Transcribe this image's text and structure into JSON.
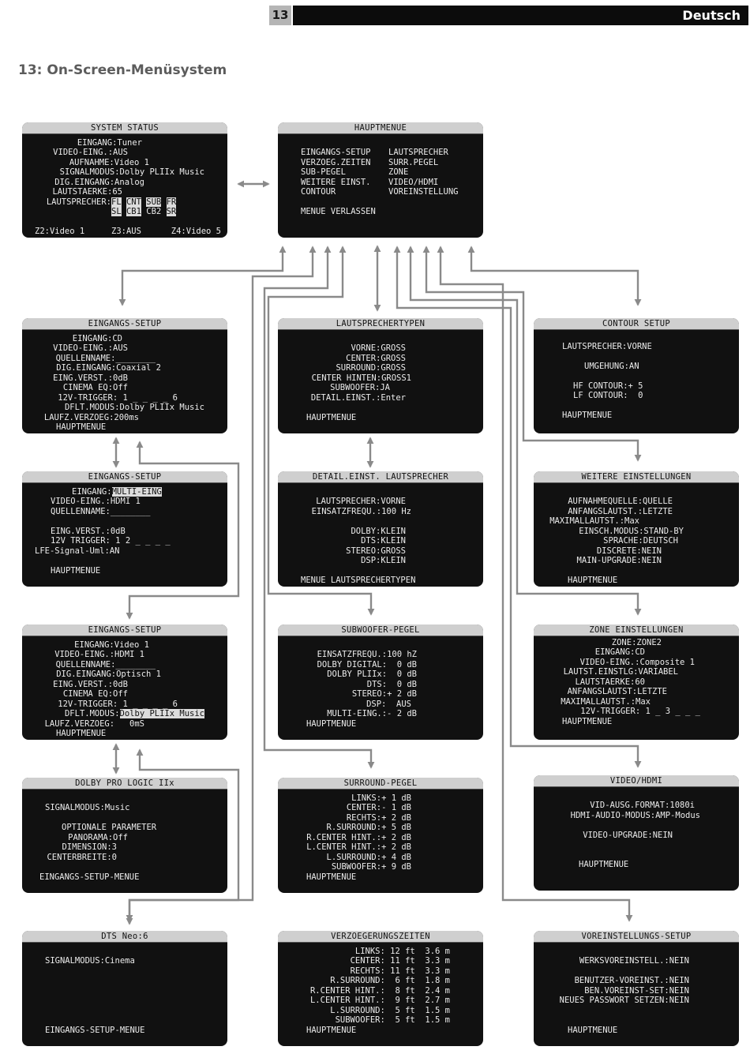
{
  "header": {
    "page_number": "13",
    "language": "Deutsch"
  },
  "title": "13: On-Screen-Menüsystem",
  "screens": {
    "system_status": {
      "title": "SYSTEM STATUS",
      "lines": [
        "EINGANG:Tuner",
        "VIDEO-EING.:AUS",
        "AUFNAHME:Video 1",
        "SIGNALMODUS:Dolby PLIIx Music",
        "DIG.EINGANG:Analog",
        "LAUTSTAERKE:65",
        "LAUTSPRECHER:"
      ],
      "speakers_row1": [
        "FL",
        "CNT",
        "SUB",
        "FR"
      ],
      "speakers_row2": [
        "SL",
        "CB1",
        "CB2",
        "SR"
      ],
      "zones": [
        "Z2:Video 1",
        "Z3:AUS",
        "Z4:Video 5"
      ]
    },
    "hauptmenue": {
      "title": "HAUPTMENUE",
      "left": [
        "EINGANGS-SETUP",
        "VERZOEG.ZEITEN",
        "SUB-PEGEL",
        "WEITERE EINST.",
        "CONTOUR"
      ],
      "right": [
        "LAUTSPRECHER",
        "SURR.PEGEL",
        "ZONE",
        "VIDEO/HDMI",
        "VOREINSTELLUNG"
      ],
      "exit": "MENUE VERLASSEN"
    },
    "eingangs_setup_1": {
      "title": "EINGANGS-SETUP",
      "lines": [
        "EINGANG:CD",
        "VIDEO-EING.:AUS",
        "QUELLENNAME:________",
        "DIG.EINGANG:Coaxial 2",
        "EING.VERST.:0dB",
        "CINEMA EQ:Off",
        "12V-TRIGGER: 1 _ _ _ _ 6",
        "DFLT.MODUS:Dolby PLIIx Music",
        "LAUFZ.VERZOEG:200ms",
        "HAUPTMENUE"
      ]
    },
    "lautsprechertypen": {
      "title": "LAUTSPRECHERTYPEN",
      "lines": [
        "VORNE:GROSS",
        "CENTER:GROSS",
        "SURROUND:GROSS",
        "CENTER HINTEN:GROSS1",
        "SUBWOOFER:JA",
        "DETAIL.EINST.:Enter",
        "HAUPTMENUE"
      ]
    },
    "contour_setup": {
      "title": "CONTOUR SETUP",
      "lines": [
        "LAUTSPRECHER:VORNE",
        "UMGEHUNG:AN",
        "HF CONTOUR:+ 5",
        "LF CONTOUR:  0",
        "HAUPTMENUE"
      ]
    },
    "eingangs_setup_2": {
      "title": "EINGANGS-SETUP",
      "eingang_label": "EINGANG:",
      "eingang_value": "MULTI-EING",
      "lines": [
        "VIDEO-EING.:HDMI 1",
        "QUELLENNAME:________",
        "EING.VERST.:0dB",
        "12V TRIGGER: 1 2 _ _ _ _",
        "LFE-Signal-Uml:AN",
        "HAUPTMENUE"
      ]
    },
    "detail_einst": {
      "title": "DETAIL.EINST. LAUTSPRECHER",
      "lines": [
        "LAUTSPRECHER:VORNE",
        "EINSATZFREQU.:100 Hz",
        "DOLBY:KLEIN",
        "DTS:KLEIN",
        "STEREO:GROSS",
        "DSP:KLEIN",
        "MENUE LAUTSPRECHERTYPEN"
      ]
    },
    "weitere_einstellungen": {
      "title": "WEITERE EINSTELLUNGEN",
      "lines": [
        "AUFNAHMEQUELLE:QUELLE",
        "ANFANGSLAUTST.:LETZTE",
        "MAXIMALLAUTST.:Max",
        "EINSCH.MODUS:STAND-BY",
        "SPRACHE:DEUTSCH",
        "DISCRETE:NEIN",
        "MAIN-UPGRADE:NEIN",
        "HAUPTMENUE"
      ]
    },
    "eingangs_setup_3": {
      "title": "EINGANGS-SETUP",
      "lines": [
        "EINGANG:Video 1",
        "VIDEO-EING.:HDMI 1",
        "QUELLENNAME:________",
        "DIG.EINGANG:Optisch 1",
        "EING.VERST.:0dB",
        "CINEMA EQ:Off",
        "12V-TRIGGER: 1 _ _ _ _ 6",
        "LAUFZ.VERZOEG:   0mS",
        "HAUPTMENUE"
      ],
      "dflt_label": "DFLT.MODUS:",
      "dflt_value": "Dolby PLIIx Music"
    },
    "subwoofer_pegel": {
      "title": "SUBWOOFER-PEGEL",
      "lines": [
        "EINSATZFREQU.:100 hZ",
        "DOLBY DIGITAL:  0 dB",
        "DOLBY PLIIx:  0 dB",
        "DTS:  0 dB",
        "STEREO:+ 2 dB",
        "DSP:  AUS",
        "MULTI-EING.:- 2 dB",
        "HAUPTMENUE"
      ]
    },
    "zone_einstellungen": {
      "title": "ZONE EINSTELLUNGEN",
      "lines": [
        "ZONE:ZONE2",
        "EINGANG:CD",
        "VIDEO-EING.:Composite 1",
        "LAUTST.EINSTLG:VARIABEL",
        "LAUTSTAERKE:60",
        "ANFANGSLAUTST:LETZTE",
        "MAXIMALLAUTST.:Max",
        "12V-TRIGGER: 1 _ 3 _ _ _",
        "HAUPTMENUE"
      ]
    },
    "dolby_pro_logic": {
      "title": "DOLBY PRO LOGIC IIx",
      "lines": [
        "SIGNALMODUS:Music",
        "OPTIONALE PARAMETER",
        "PANORAMA:Off",
        "DIMENSION:3",
        "CENTERBREITE:0",
        "EINGANGS-SETUP-MENUE"
      ]
    },
    "surround_pegel": {
      "title": "SURROUND-PEGEL",
      "lines": [
        "LINKS:+ 1 dB",
        "CENTER:- 1 dB",
        "RECHTS:+ 2 dB",
        "R.SURROUND:+ 5 dB",
        "R.CENTER HINT.:+ 2 dB",
        "L.CENTER HINT.:+ 2 dB",
        "L.SURROUND:+ 4 dB",
        "SUBWOOFER:+ 9 dB",
        "HAUPTMENUE"
      ]
    },
    "video_hdmi": {
      "title": "VIDEO/HDMI",
      "lines": [
        "VID-AUSG.FORMAT:1080i",
        "HDMI-AUDIO-MODUS:AMP-Modus",
        "VIDEO-UPGRADE:NEIN",
        "HAUPTMENUE"
      ]
    },
    "dts_neo6": {
      "title": "DTS Neo:6",
      "lines": [
        "SIGNALMODUS:Cinema",
        "EINGANGS-SETUP-MENUE"
      ]
    },
    "verzoegerungszeiten": {
      "title": "VERZOEGERUNGSZEITEN",
      "lines": [
        "LINKS: 12 ft  3.6 m",
        "CENTER: 11 ft  3.3 m",
        "RECHTS: 11 ft  3.3 m",
        "R.SURROUND:  6 ft  1.8 m",
        "R.CENTER HINT.:  8 ft  2.4 m",
        "L.CENTER HINT.:  9 ft  2.7 m",
        "L.SURROUND:  5 ft  1.5 m",
        "SUBWOOFER:  5 ft  1.5 m",
        "HAUPTMENUE"
      ]
    },
    "voreinstellungs_setup": {
      "title": "VOREINSTELLUNGS-SETUP",
      "lines": [
        "WERKSVOREINSTELL.:NEIN",
        "BENUTZER-VOREINST.:NEIN",
        "BEN.VOREINST-SET:NEIN",
        "NEUES PASSWORT SETZEN:NEIN",
        "HAUPTMENUE"
      ]
    }
  }
}
